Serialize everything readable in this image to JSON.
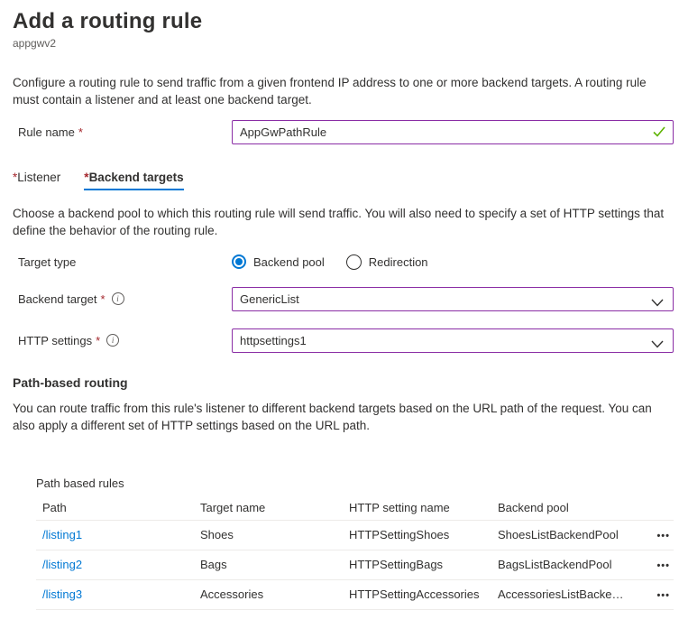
{
  "page": {
    "title": "Add a routing rule",
    "subtitle": "appgwv2",
    "intro": "Configure a routing rule to send traffic from a given frontend IP address to one or more backend targets. A routing rule must contain a listener and at least one backend target."
  },
  "rule_name": {
    "label": "Rule name",
    "required_marker": "*",
    "value": "AppGwPathRule"
  },
  "tabs": [
    {
      "label": "Listener",
      "required_marker": "*",
      "active": false
    },
    {
      "label": "Backend targets",
      "required_marker": "*",
      "active": true
    }
  ],
  "backend_section": {
    "intro": "Choose a backend pool to which this routing rule will send traffic. You will also need to specify a set of HTTP settings that define the behavior of the routing rule.",
    "target_type": {
      "label": "Target type",
      "options": [
        {
          "label": "Backend pool",
          "selected": true
        },
        {
          "label": "Redirection",
          "selected": false
        }
      ]
    },
    "backend_target": {
      "label": "Backend target",
      "required_marker": "*",
      "value": "GenericList"
    },
    "http_settings": {
      "label": "HTTP settings",
      "required_marker": "*",
      "value": "httpsettings1"
    }
  },
  "path_based_routing": {
    "heading": "Path-based routing",
    "description": "You can route traffic from this rule's listener to different backend targets based on the URL path of the request. You can also apply a different set of HTTP settings based on the URL path.",
    "table_label": "Path based rules",
    "columns": [
      "Path",
      "Target name",
      "HTTP setting name",
      "Backend pool"
    ],
    "rows": [
      {
        "path": "/listing1",
        "target_name": "Shoes",
        "http_setting_name": "HTTPSettingShoes",
        "backend_pool": "ShoesListBackendPool",
        "menu": "•••"
      },
      {
        "path": "/listing2",
        "target_name": "Bags",
        "http_setting_name": "HTTPSettingBags",
        "backend_pool": "BagsListBackendPool",
        "menu": "•••"
      },
      {
        "path": "/listing3",
        "target_name": "Accessories",
        "http_setting_name": "HTTPSettingAccessories",
        "backend_pool": "AccessoriesListBackendP...",
        "menu": "•••"
      }
    ]
  },
  "colors": {
    "accent_blue": "#0078d4",
    "modified_field_purple": "#8a2da5",
    "valid_green": "#5db300",
    "required_red": "#a4262c",
    "text_primary": "#323130",
    "text_secondary": "#605e5c",
    "divider": "#edebe9"
  }
}
